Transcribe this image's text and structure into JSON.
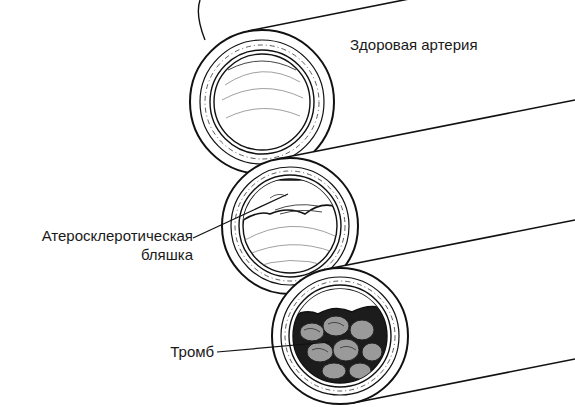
{
  "diagram": {
    "labels": [
      "Здоровая артерия",
      "Атеросклеротическая бляшка",
      "Тромб"
    ]
  }
}
